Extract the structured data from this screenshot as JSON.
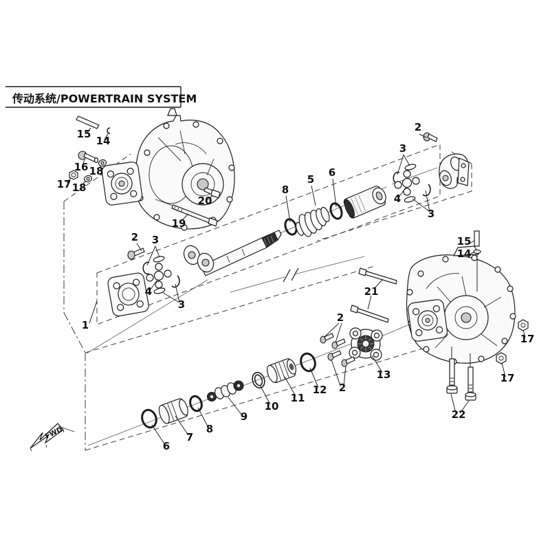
{
  "title": "传动系统/POWERTRAIN SYSTEM",
  "fwd_marker": "FWD",
  "callouts": [
    "1",
    "2",
    "3",
    "4",
    "3",
    "2",
    "3",
    "4",
    "3",
    "5",
    "6",
    "8",
    "19",
    "20",
    "15",
    "14",
    "16",
    "18",
    "17",
    "18",
    "15",
    "14",
    "21",
    "2",
    "2",
    "13",
    "12",
    "11",
    "10",
    "9",
    "8",
    "7",
    "6",
    "22",
    "17",
    "17"
  ]
}
